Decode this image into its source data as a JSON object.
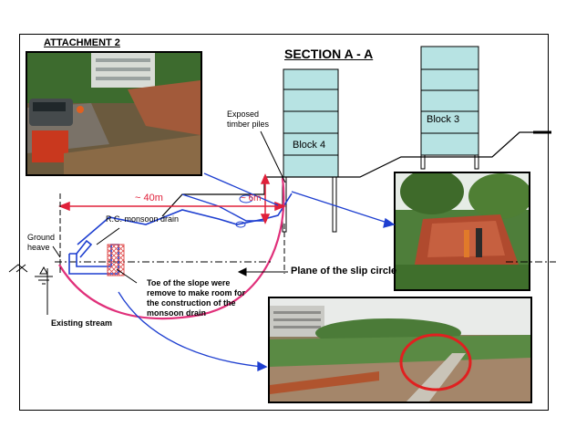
{
  "attachment_title": "ATTACHMENT 2",
  "section_title": "SECTION A - A",
  "blocks": {
    "block3": "Block 3",
    "block4": "Block 4"
  },
  "labels": {
    "timber_piles": [
      "Exposed",
      "timber piles"
    ],
    "distance_40m": "~ 40m",
    "distance_6m": "~ 6m",
    "monsoon_drain": "R.C. monsoon drain",
    "ground_heave": [
      "Ground",
      "heave"
    ],
    "slip_circle": "Plane of the slip circle",
    "toe_note": [
      "Toe of the slope were",
      "remove to make room for",
      "the construction of the",
      "monsoon drain"
    ],
    "existing_stream": "Existing stream"
  },
  "colors": {
    "block_fill": "#b7e3e3",
    "slip_circle": "#e0307a",
    "arrow_red": "#e0203a",
    "ground_blue": "#1e3fd0",
    "hatch": "#e05050"
  }
}
